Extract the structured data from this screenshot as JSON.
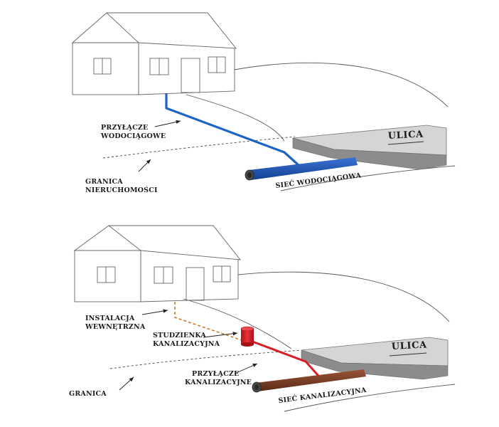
{
  "diagrams": [
    {
      "labels": {
        "connection": [
          "PRZYŁĄCZE",
          "WODOCIĄGOWE"
        ],
        "boundary": [
          "GRANICA",
          "NIERUCHOMOŚCI"
        ],
        "street": "ULICA",
        "main": "SIEĆ WODOCIĄGOWA"
      },
      "colors": {
        "connection": "#1f63c4",
        "main": "#1f4fa8"
      }
    },
    {
      "labels": {
        "internal": [
          "INSTALACJA",
          "WEWNĘTRZNA"
        ],
        "well": [
          "STUDZIENKA",
          "KANALIZACYJNA"
        ],
        "connection": [
          "PRZYŁĄCZE",
          "KANALIZACYJNE"
        ],
        "boundary": "GRANICA",
        "street": "ULICA",
        "main": "SIEĆ KANALIZACYJNA"
      },
      "colors": {
        "internal": "#c97a2a",
        "connection": "#d61f26",
        "main": "#7a3b25",
        "well": "#d61f26"
      }
    }
  ]
}
